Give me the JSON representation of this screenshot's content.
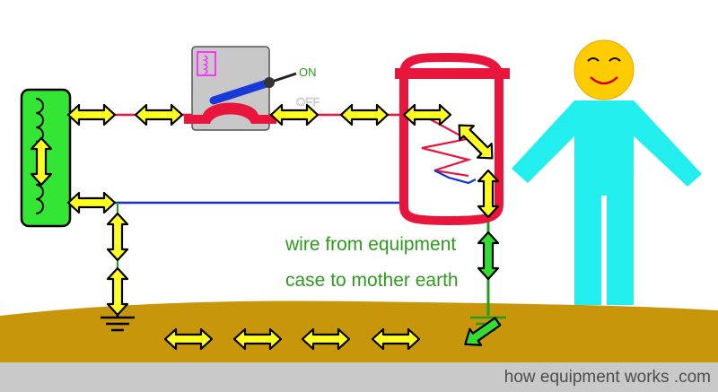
{
  "switch": {
    "on_label": "ON",
    "off_label": "OFF"
  },
  "caption": {
    "line1": "wire from equipment",
    "line2": "case to mother earth"
  },
  "footer": {
    "text": "how equipment works .com"
  },
  "colors": {
    "ground": "#c8960a",
    "bottom_band": "#c9c9c9",
    "transformer": "#33e633",
    "live_wire": "#e8163c",
    "neutral_wire": "#1030d8",
    "earth_wire": "#1f9e1f",
    "arrow_fill": "#ffff22",
    "earth_arrow_fill": "#33dd33",
    "person": "#22eeee",
    "face": "#ffcc00",
    "switch_body": "#c8c8c8",
    "switch_lever": "#1a3ad8"
  },
  "icons": {
    "arrows": "double-headed-arrow-icon",
    "earth_symbol": "ground-symbol-icon",
    "transformer_coil": "coil-icon",
    "heater_element": "zigzag-element-icon"
  }
}
